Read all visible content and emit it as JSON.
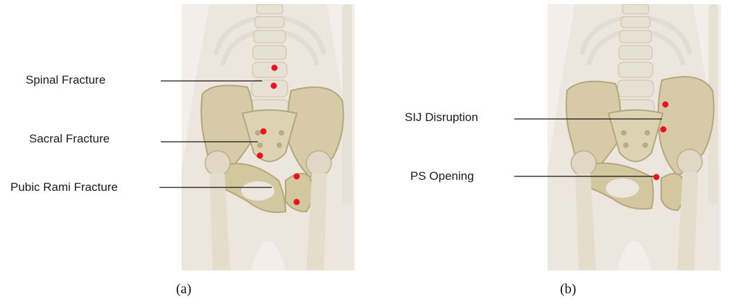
{
  "panel_a": {
    "caption": "(a)",
    "labels": {
      "spinal": "Spinal Fracture",
      "sacral": "Sacral Fracture",
      "pubic": "Pubic Rami Fracture"
    }
  },
  "panel_b": {
    "caption": "(b)",
    "labels": {
      "sij": "SIJ Disruption",
      "ps": "PS Opening"
    }
  },
  "colors": {
    "bone": "#d9cfae",
    "bone_shadow": "#b8ab82",
    "skin": "#f1ece6",
    "marker": "#e8141e",
    "leader_line": "#111111"
  }
}
